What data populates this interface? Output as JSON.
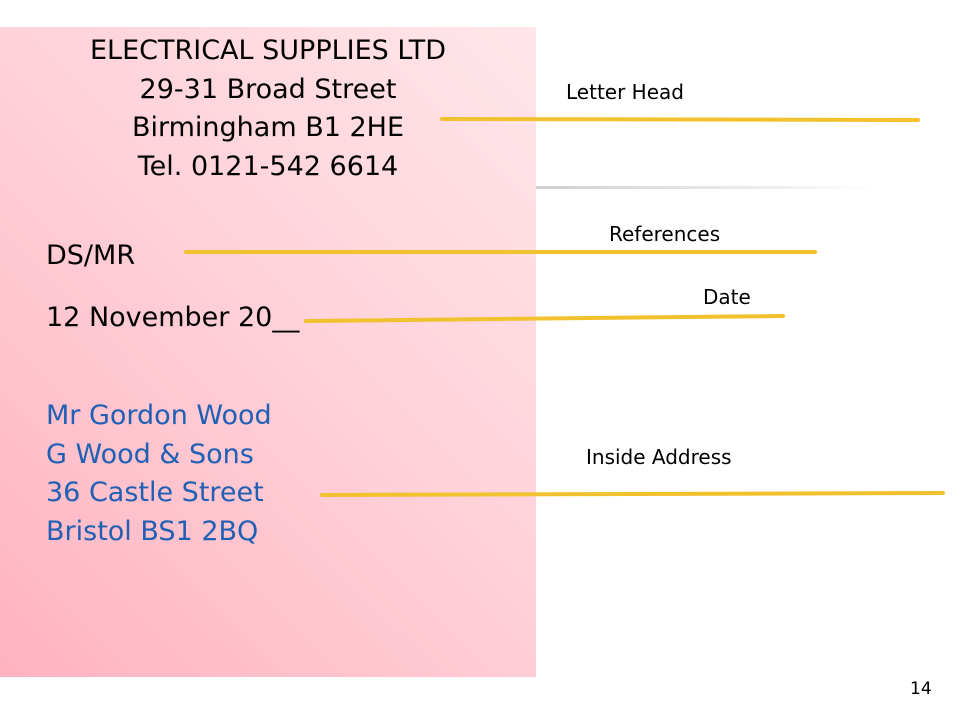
{
  "letterhead": {
    "company": "ELECTRICAL SUPPLIES LTD",
    "street": "29-31 Broad Street",
    "city": "Birmingham B1 2HE",
    "phone": "Tel. 0121-542 6614"
  },
  "references": "DS/MR",
  "date": "12 November 20__",
  "inside_address": {
    "name": "Mr Gordon Wood",
    "company": "G Wood & Sons",
    "street": "36 Castle Street",
    "city": "Bristol BS1 2BQ"
  },
  "labels": {
    "letter_head": "Letter Head",
    "references": "References",
    "date": "Date",
    "inside_address": "Inside Address"
  },
  "page_number": "14",
  "colors": {
    "connector_line": "#f2c12e",
    "address_text": "#1f5fb4",
    "panel_pink": "#ffc6cf"
  }
}
